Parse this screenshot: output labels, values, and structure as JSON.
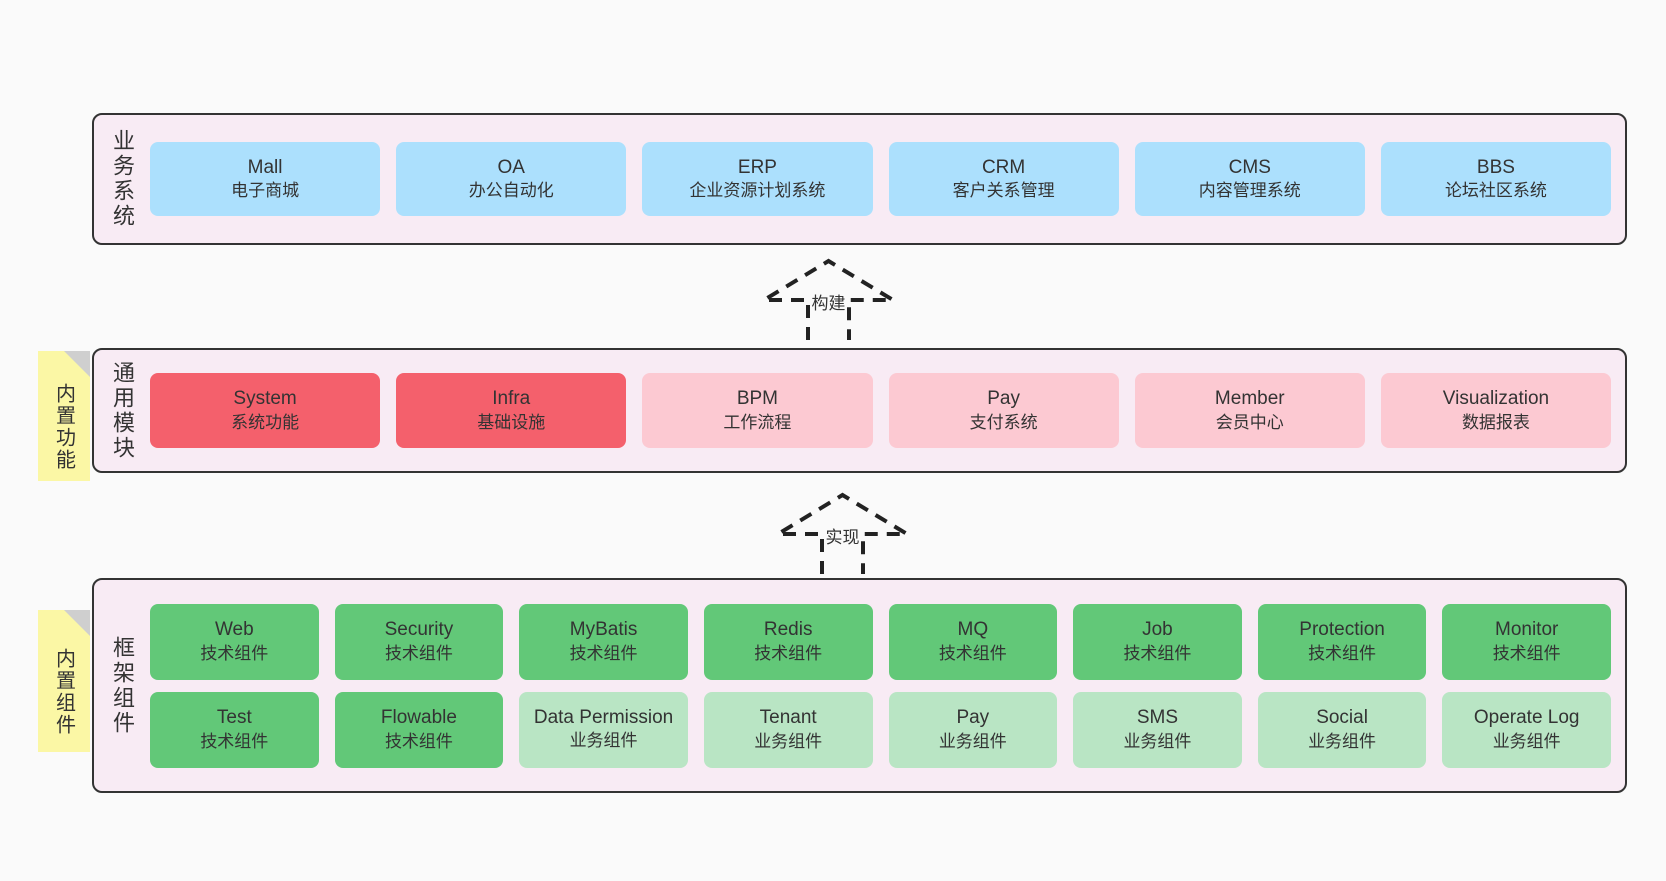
{
  "diagram": {
    "background_color": "#fafafa",
    "layer_bg": "#f8ebf4",
    "layer_border": "#333333",
    "sticky_color": "#fbf7a5"
  },
  "layers": [
    {
      "id": "business-systems",
      "title": "业务系统",
      "color": "#ace0fd",
      "rows": [
        [
          {
            "en": "Mall",
            "cn": "电子商城",
            "tone": "blue"
          },
          {
            "en": "OA",
            "cn": "办公自动化",
            "tone": "blue"
          },
          {
            "en": "ERP",
            "cn": "企业资源计划系统",
            "tone": "blue"
          },
          {
            "en": "CRM",
            "cn": "客户关系管理",
            "tone": "blue"
          },
          {
            "en": "CMS",
            "cn": "内容管理系统",
            "tone": "blue"
          },
          {
            "en": "BBS",
            "cn": "论坛社区系统",
            "tone": "blue"
          }
        ]
      ]
    },
    {
      "id": "common-modules",
      "title": "通用模块",
      "sticky": "内置功能",
      "rows": [
        [
          {
            "en": "System",
            "cn": "系统功能",
            "tone": "red"
          },
          {
            "en": "Infra",
            "cn": "基础设施",
            "tone": "red"
          },
          {
            "en": "BPM",
            "cn": "工作流程",
            "tone": "pink"
          },
          {
            "en": "Pay",
            "cn": "支付系统",
            "tone": "pink"
          },
          {
            "en": "Member",
            "cn": "会员中心",
            "tone": "pink"
          },
          {
            "en": "Visualization",
            "cn": "数据报表",
            "tone": "pink"
          }
        ]
      ]
    },
    {
      "id": "framework-components",
      "title": "框架组件",
      "sticky": "内置组件",
      "rows": [
        [
          {
            "en": "Web",
            "cn": "技术组件",
            "tone": "green"
          },
          {
            "en": "Security",
            "cn": "技术组件",
            "tone": "green"
          },
          {
            "en": "MyBatis",
            "cn": "技术组件",
            "tone": "green"
          },
          {
            "en": "Redis",
            "cn": "技术组件",
            "tone": "green"
          },
          {
            "en": "MQ",
            "cn": "技术组件",
            "tone": "green"
          },
          {
            "en": "Job",
            "cn": "技术组件",
            "tone": "green"
          },
          {
            "en": "Protection",
            "cn": "技术组件",
            "tone": "green"
          },
          {
            "en": "Monitor",
            "cn": "技术组件",
            "tone": "green"
          }
        ],
        [
          {
            "en": "Test",
            "cn": "技术组件",
            "tone": "green"
          },
          {
            "en": "Flowable",
            "cn": "技术组件",
            "tone": "green"
          },
          {
            "en": "Data Permission",
            "cn": "业务组件",
            "tone": "green-light",
            "wrap": true
          },
          {
            "en": "Tenant",
            "cn": "业务组件",
            "tone": "green-light"
          },
          {
            "en": "Pay",
            "cn": "业务组件",
            "tone": "green-light"
          },
          {
            "en": "SMS",
            "cn": "业务组件",
            "tone": "green-light"
          },
          {
            "en": "Social",
            "cn": "业务组件",
            "tone": "green-light"
          },
          {
            "en": "Operate Log",
            "cn": "业务组件",
            "tone": "green-light"
          }
        ]
      ]
    }
  ],
  "connectors": [
    {
      "id": "build",
      "label": "构建"
    },
    {
      "id": "implement",
      "label": "实现"
    }
  ]
}
